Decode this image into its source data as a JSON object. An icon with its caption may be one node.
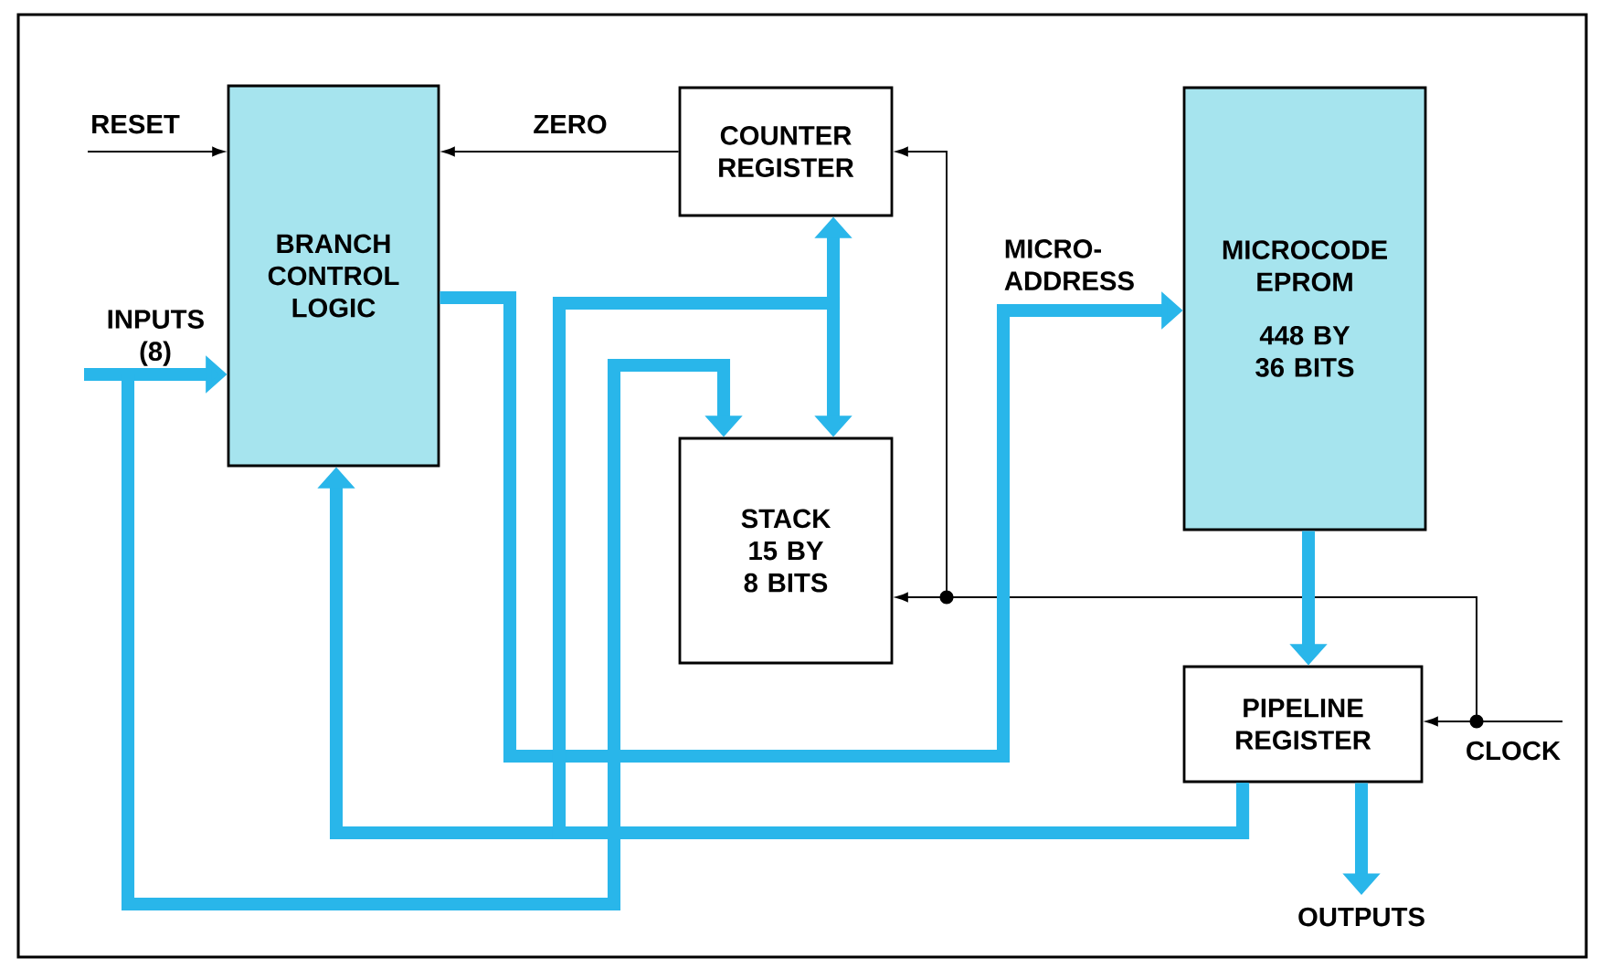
{
  "diagram": {
    "nodes": [
      {
        "text": [
          "BRANCH CONTROL LOGIC"
        ]
      },
      {
        "text": [
          "COUNTER REGISTER"
        ]
      },
      {
        "text": [
          "STACK 15 BY 8 BITS"
        ]
      },
      {
        "text": [
          "MICROCODE EPROM",
          "448 BY 36 BITS"
        ]
      },
      {
        "text": [
          "PIPELINE REGISTER"
        ]
      }
    ],
    "edges": [
      {
        "from": null,
        "to": 0,
        "arrow": "to",
        "label": "RESET",
        "color": "#000000"
      },
      {
        "from": 1,
        "to": 0,
        "arrow": "to",
        "label": "ZERO",
        "color": "#000000"
      },
      {
        "from": null,
        "to": 4,
        "arrow": "to",
        "label": "CLOCK",
        "color": "#000000"
      },
      {
        "from": null,
        "to": 2,
        "arrow": "to",
        "color": "#000000"
      },
      {
        "from": null,
        "to": 1,
        "arrow": "to",
        "color": "#000000"
      },
      {
        "from": null,
        "to": 0,
        "arrow": "to",
        "label": "INPUTS (8)"
      },
      {
        "from": null,
        "to": 2,
        "arrow": "to"
      },
      {
        "from": 0,
        "to": 3,
        "arrow": "to",
        "label": "MICRO-ADDRESS"
      },
      {
        "from": 4,
        "to": 0,
        "arrow": "to"
      },
      {
        "from": 4,
        "to": 1,
        "arrow": "to"
      },
      {
        "from": 4,
        "to": 2,
        "arrow": "to"
      },
      {
        "from": 3,
        "to": 4,
        "arrow": "to"
      },
      {
        "from": 4,
        "to": null,
        "arrow": "to",
        "label": "OUTPUTS"
      }
    ]
  }
}
